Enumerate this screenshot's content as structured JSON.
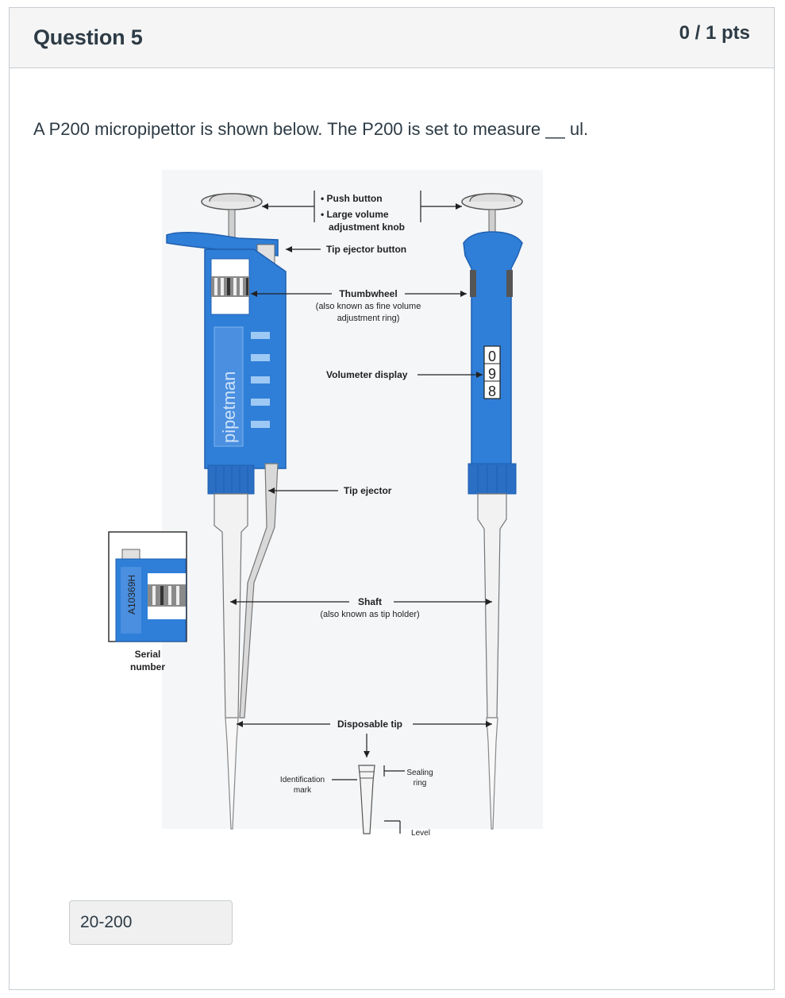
{
  "question": {
    "title": "Question 5",
    "points": "0 / 1 pts",
    "text": "A P200 micropipettor is shown below.  The P200 is set to measure __ ul.",
    "flag_color": "#d52b2b"
  },
  "answer": {
    "value": "20-200"
  },
  "figure": {
    "brand_label": "pipetman",
    "serial_label": "A10369H",
    "volumeter_digits": [
      "0",
      "9",
      "8"
    ],
    "labels": {
      "push_button": "• Push button",
      "large_knob_1": "• Large volume",
      "large_knob_2": "adjustment knob",
      "tip_ejector_button": "Tip ejector button",
      "thumbwheel": "Thumbwheel",
      "thumbwheel_sub_1": "(also known as fine volume",
      "thumbwheel_sub_2": "adjustment ring)",
      "volumeter": "Volumeter display",
      "tip_ejector": "Tip ejector",
      "shaft": "Shaft",
      "shaft_sub": "(also known as tip holder)",
      "serial_1": "Serial",
      "serial_2": "number",
      "disposable_tip": "Disposable tip",
      "identification_1": "Identification",
      "identification_2": "mark",
      "sealing_1": "Sealing",
      "sealing_2": "ring",
      "level": "Level"
    },
    "colors": {
      "body_blue": "#2f7fd8",
      "dark_blue": "#1f5fb0",
      "light_blue": "#6fb0f0"
    }
  }
}
